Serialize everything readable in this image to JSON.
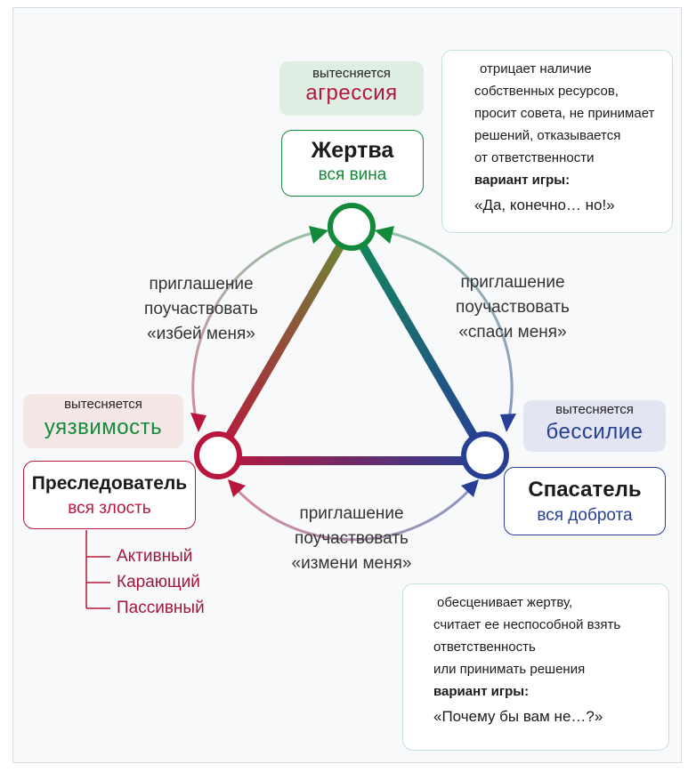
{
  "colors": {
    "victim": "#128a3a",
    "persecutor": "#b8163c",
    "rescuer": "#263f94",
    "frame_border": "#d6dce2"
  },
  "victim": {
    "title": "Жертва",
    "subtitle": "вся вина",
    "suppressed_label": "вытесняется",
    "suppressed_value": "агрессия"
  },
  "persecutor": {
    "title": "Преследователь",
    "subtitle": "вся злость",
    "suppressed_label": "вытесняется",
    "suppressed_value": "уязвимость",
    "types": [
      "Активный",
      "Карающий",
      "Пассивный"
    ]
  },
  "rescuer": {
    "title": "Спасатель",
    "subtitle": "вся доброта",
    "suppressed_label": "вытесняется",
    "suppressed_value": "бессилие"
  },
  "invitations": {
    "left": [
      "приглашение",
      "поучаствовать",
      "«избей меня»"
    ],
    "right": [
      "приглашение",
      "поучаствовать",
      "«спаси меня»"
    ],
    "bottom": [
      "приглашение",
      "поучаствовать",
      "«измени меня»"
    ]
  },
  "victim_note": {
    "lines": [
      "отрицает наличие",
      "собственных ресурсов,",
      "просит совета, не принимает",
      "решений, отказывается",
      "от ответственности"
    ],
    "game_label": "вариант игры:",
    "game_quote": "«Да, конечно… но!»"
  },
  "rescuer_note": {
    "lines": [
      "обесценивает жертву,",
      "считает ее неспособной взять",
      "ответственность",
      "или принимать решения"
    ],
    "game_label": "вариант игры:",
    "game_quote": "«Почему бы вам не…?»"
  }
}
